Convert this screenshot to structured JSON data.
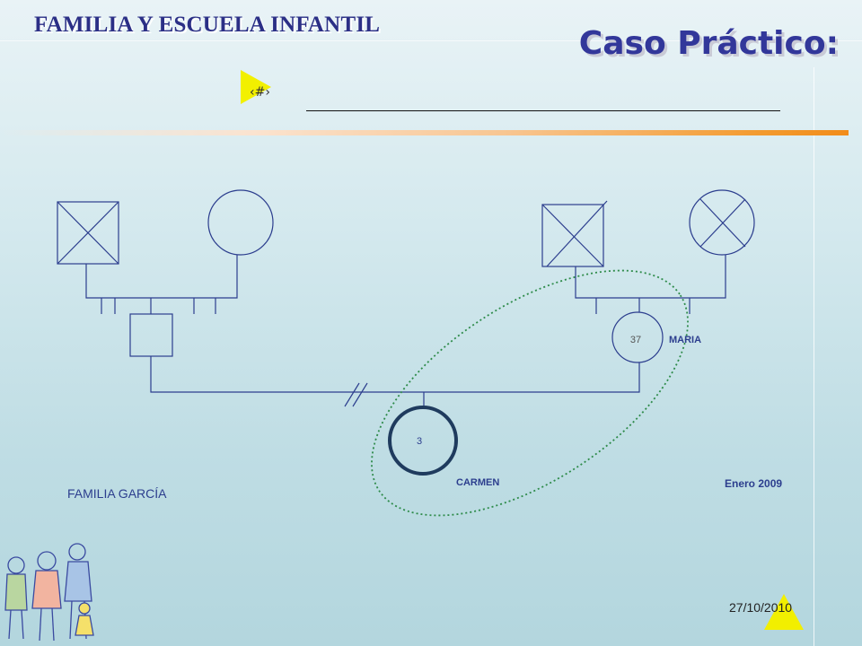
{
  "header": {
    "series_title": "FAMILIA Y ESCUELA INFANTIL",
    "slide_title": "Caso Práctico:",
    "slide_number": "‹#›"
  },
  "genogram": {
    "family_label": "FAMILIA GARCÍA",
    "date_label": "Enero 2009",
    "persons": {
      "maria": {
        "name": "MARIA",
        "age": "37"
      },
      "carmen": {
        "name": "CARMEN",
        "age": "3"
      }
    }
  },
  "footer": {
    "date": "27/10/2010"
  },
  "colors": {
    "title": "#2b2f86",
    "genogram_line": "#2c3e8e",
    "focus_circle": "#1f3b5e",
    "dotted_ellipse": "#2e8b4a",
    "accent_band": "#f28c1a",
    "triangle": "#f2ef00"
  },
  "icons": {
    "play": "play-triangle-icon",
    "corner": "warning-triangle-icon",
    "illustration": "children-drawing-icon"
  }
}
